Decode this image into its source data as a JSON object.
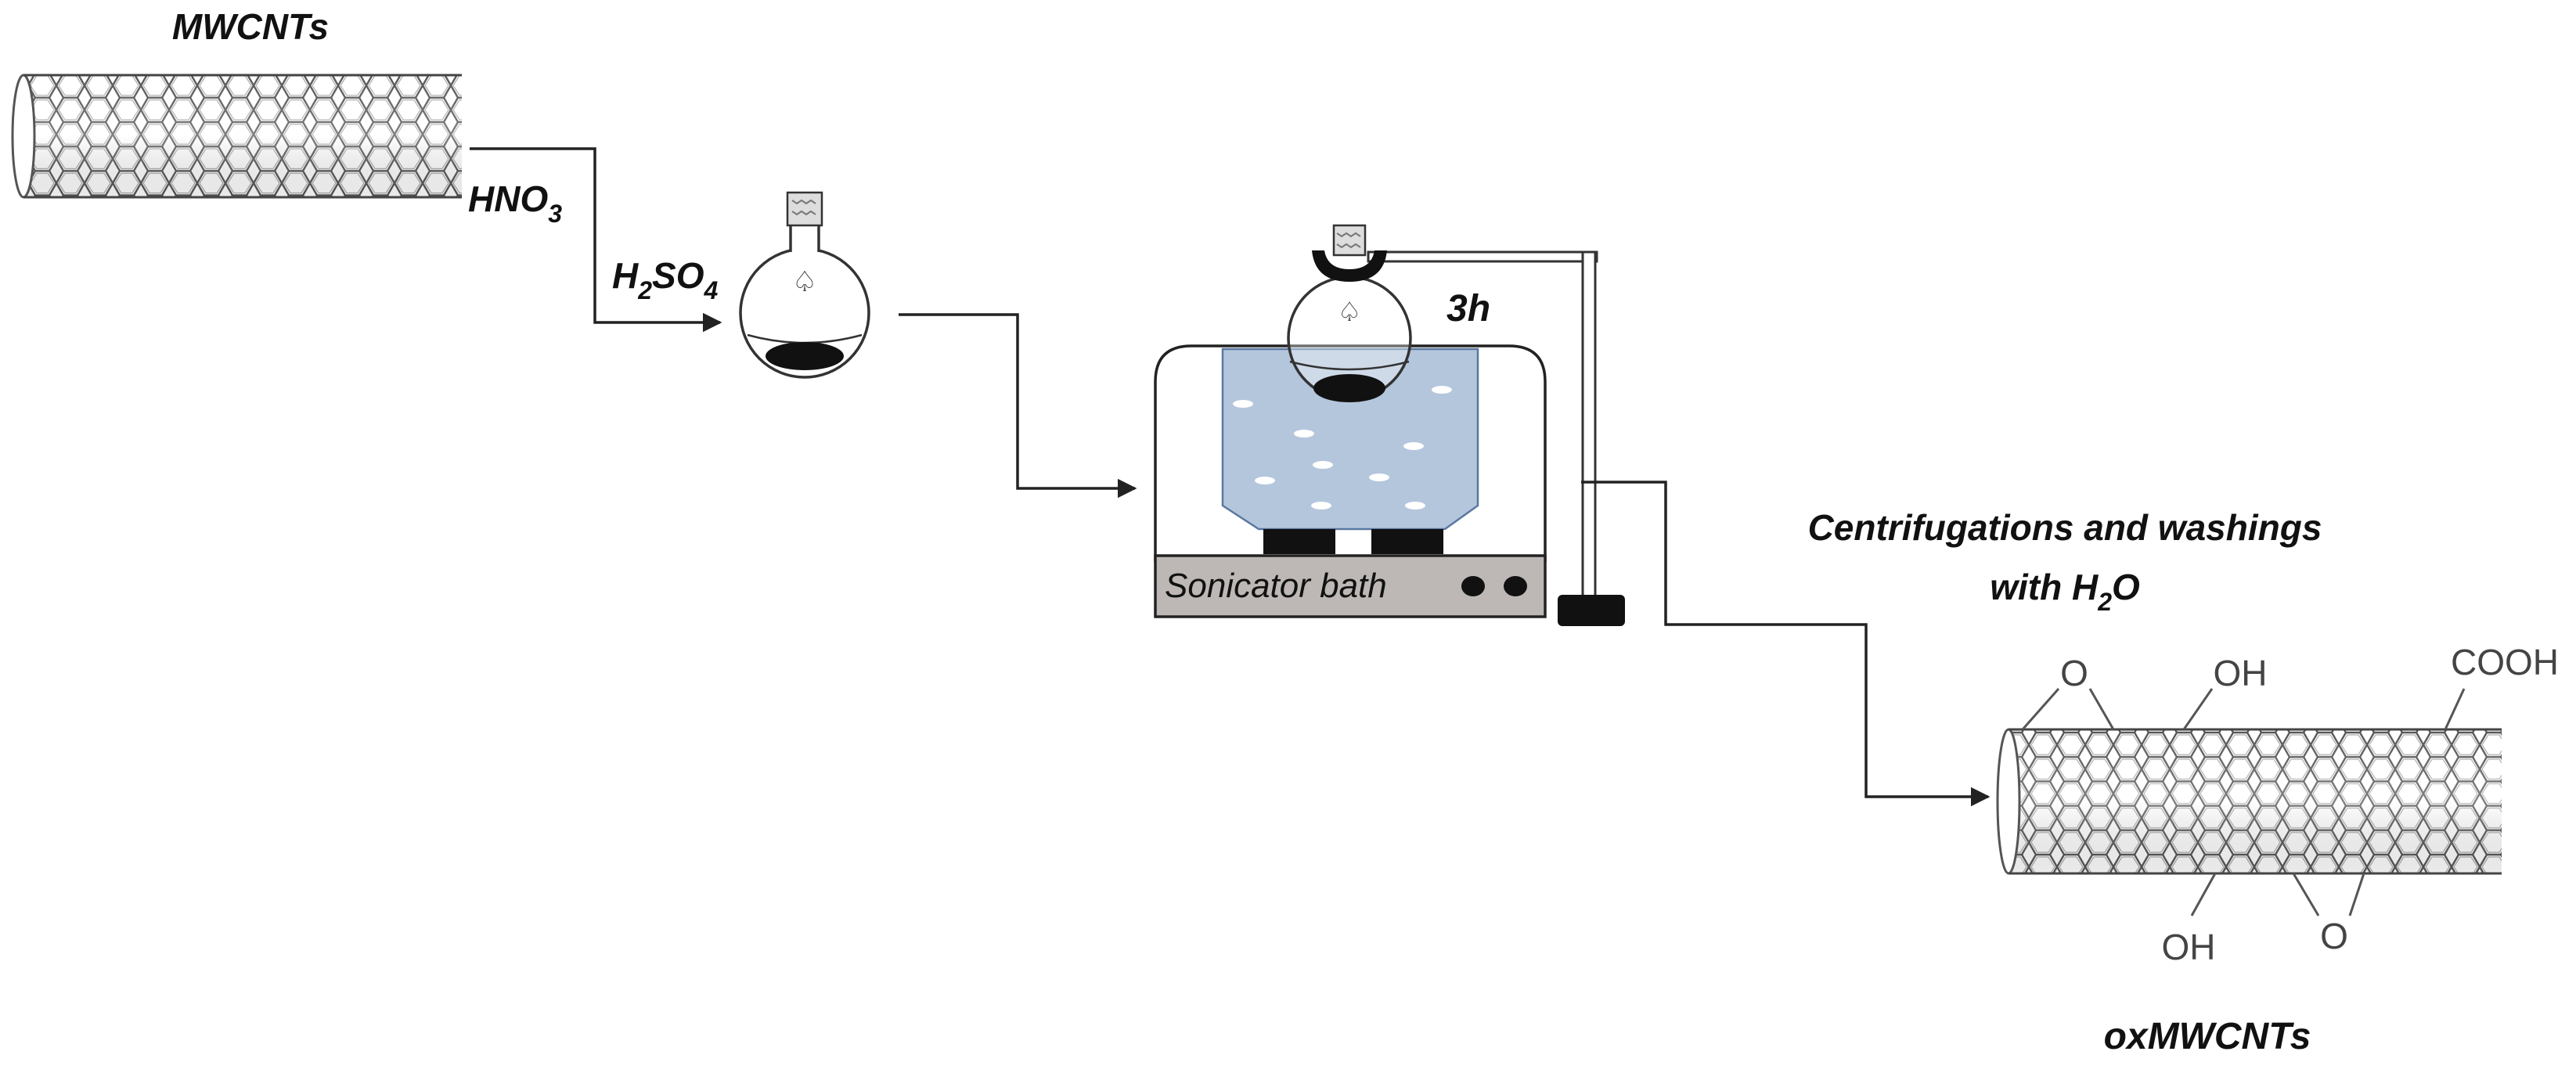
{
  "labels": {
    "start_material": "MWCNTs",
    "acid1_base": "HNO",
    "acid1_sub": "3",
    "acid2_h": "H",
    "acid2_h_sub": "2",
    "acid2_so": "SO",
    "acid2_so_sub": "4",
    "duration": "3h",
    "bath": "Sonicator bath",
    "wash_line1": "Centrifugations and washings",
    "wash_line2_prefix": "with H",
    "wash_line2_sub": "2",
    "wash_line2_suffix": "O",
    "product": "oxMWCNTs"
  },
  "functional_groups": {
    "epoxide_top": "O",
    "hydroxyl_top": "OH",
    "carboxyl": "COOH",
    "hydroxyl_bottom": "OH",
    "epoxide_bottom": "O"
  },
  "colors": {
    "water": "#b4c6dc",
    "bath_base": "#bdb8b5",
    "line": "#222222"
  }
}
